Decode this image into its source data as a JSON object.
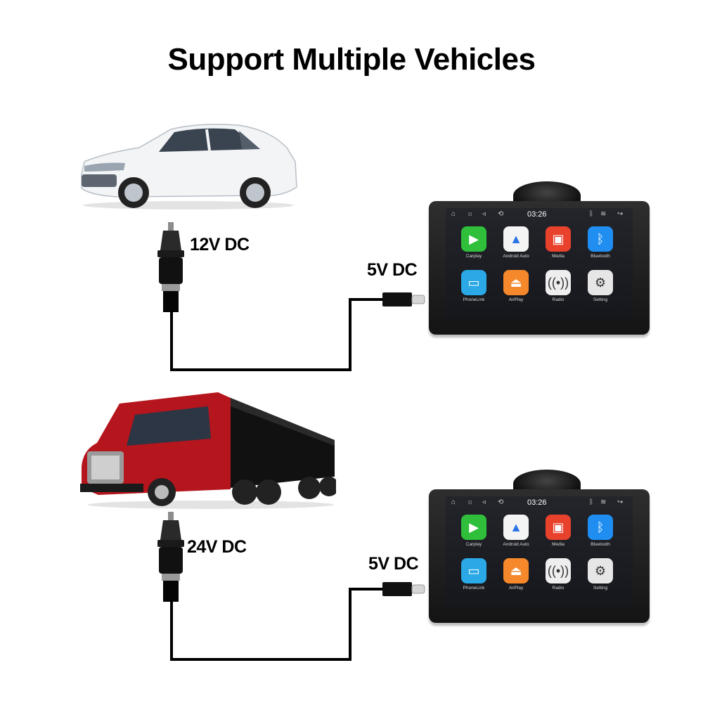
{
  "title": "Support Multiple Vehicles",
  "setups": [
    {
      "vehicle": "car",
      "input_voltage": "12V DC",
      "output_voltage": "5V DC"
    },
    {
      "vehicle": "truck",
      "input_voltage": "24V DC",
      "output_voltage": "5V DC"
    }
  ],
  "screen": {
    "time": "03:26",
    "apps": [
      {
        "label": "Carplay",
        "color": "#2fbf3a",
        "icon": "carplay-icon"
      },
      {
        "label": "Android Auto",
        "color": "#f4f4f4",
        "icon": "android-auto-icon"
      },
      {
        "label": "Media",
        "color": "#e8412c",
        "icon": "media-icon"
      },
      {
        "label": "Bluetooth",
        "color": "#1f8ef0",
        "icon": "bluetooth-icon"
      },
      {
        "label": "PhoneLink",
        "color": "#2aa9e6",
        "icon": "phonelink-icon"
      },
      {
        "label": "AirPlay",
        "color": "#f5882a",
        "icon": "airplay-icon"
      },
      {
        "label": "Radio",
        "color": "#eeeeee",
        "icon": "radio-icon"
      },
      {
        "label": "Setting",
        "color": "#e6e6e6",
        "icon": "setting-icon"
      }
    ]
  }
}
